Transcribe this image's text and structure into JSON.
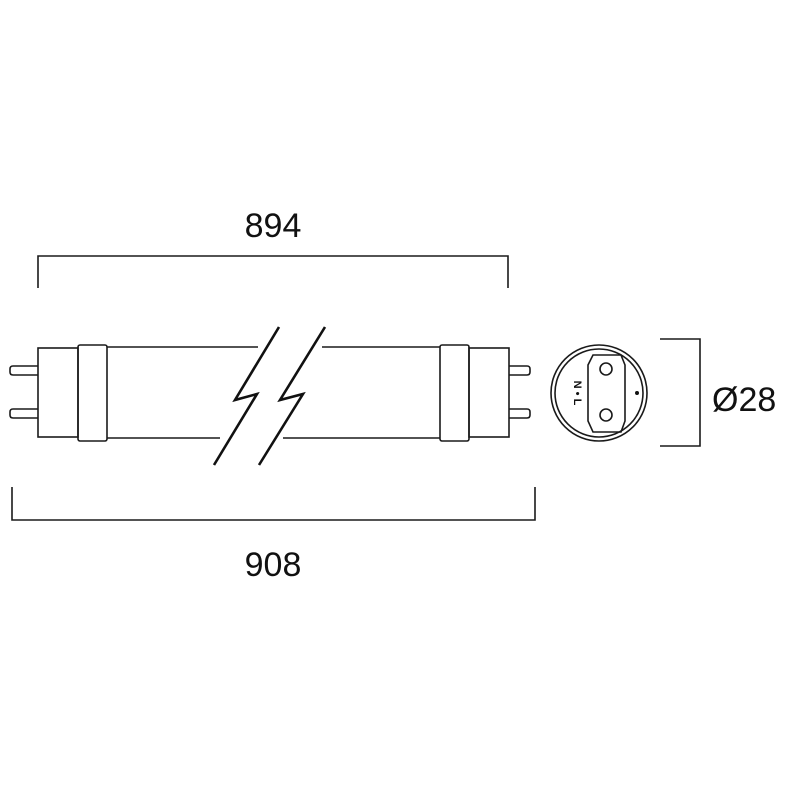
{
  "dimensions": {
    "inner_length": "894",
    "overall_length": "908",
    "diameter": "Ø28"
  },
  "end_view": {
    "pin_labels": "N • L"
  },
  "colors": {
    "line": "#1a1a1a",
    "background": "#ffffff"
  }
}
